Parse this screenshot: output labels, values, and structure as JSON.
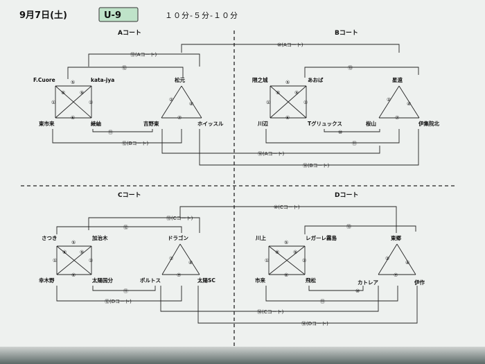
{
  "header": {
    "date": "9月7日(土)",
    "category": "U-9",
    "format": "１０分-５分-１０分"
  },
  "courts": {
    "a": "Aコート",
    "b": "Bコート",
    "c": "Cコート",
    "d": "Dコート"
  },
  "teams": {
    "fcuore": "F.Cuore",
    "katajya": "kata-jya",
    "higashiichirai_a": "東市来",
    "ayaginu": "綾紬",
    "matsumoto": "松元",
    "yoshinohigashi": "吉野東",
    "whistle": "ホイッスル",
    "kyonojo": "隈之城",
    "aoba": "あおば",
    "seiryo": "星遠",
    "kawanabe": "川辺",
    "tgriquix": "Tグリュックス",
    "sakurayama": "桜山",
    "ijuin": "伊集院北",
    "satsuki": "さつき",
    "kajiki": "加治木",
    "hachimanno": "幸木野",
    "taiyokokubu": "太陽国分",
    "dragon": "ドラゴン",
    "porutosu": "ポルトス",
    "taiyosc": "太陽SC",
    "kawakami": "川上",
    "regale": "レガーレ霧島",
    "higashigo": "東郷",
    "higashiichirai_d": "市来",
    "hiramatsu": "飛松",
    "katorea": "カトレア",
    "isaku": "伊作"
  },
  "links": {
    "ab10": "⑩(Aコート)",
    "ab13": "⑬(Aコート)",
    "a12": "⑫",
    "a11": "⑪",
    "a12b": "⑫(Bコート)",
    "b13": "⑬",
    "b10": "⑩",
    "b11": "⑪",
    "b14a": "⑭(Aコート)",
    "b14b": "⑭(Bコート)",
    "cd10": "⑩(Cコート)",
    "cd13": "⑬(Cコート)",
    "c12": "⑫",
    "c11": "⑪",
    "c12d": "⑫(Dコート)",
    "d13": "⑬",
    "d10": "⑩",
    "d11": "⑪",
    "d14c": "⑭(Cコート)",
    "d14d": "⑭(Dコート)"
  }
}
